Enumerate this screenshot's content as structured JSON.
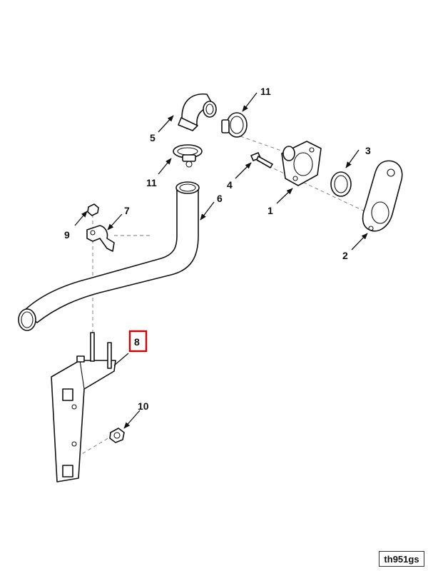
{
  "callouts": {
    "c1": "1",
    "c2": "2",
    "c3": "3",
    "c4": "4",
    "c5": "5",
    "c6": "6",
    "c7": "7",
    "c8": "8",
    "c9": "9",
    "c10": "10",
    "c11_top": "11",
    "c11_mid": "11"
  },
  "highlighted_callout": "8",
  "colors": {
    "highlight": "#d60000",
    "line": "#111111"
  },
  "drawing_code": "th951gs"
}
